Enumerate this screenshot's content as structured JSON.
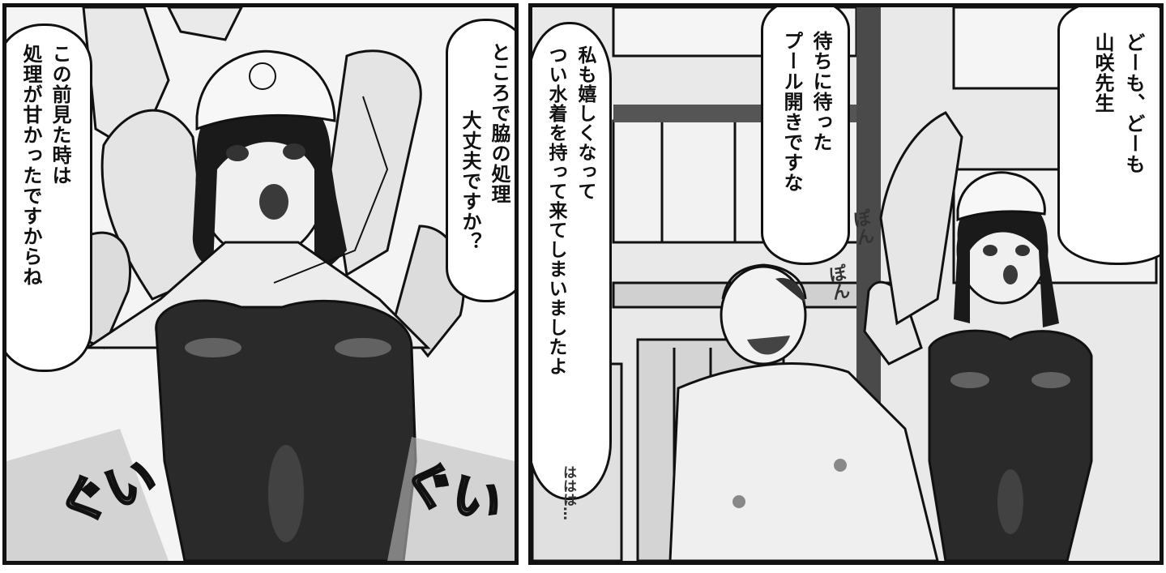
{
  "panels": {
    "left": {
      "bubble_right": {
        "lines": [
          "ところで脇の処理",
          "大丈夫ですか？"
        ]
      },
      "bubble_left": {
        "lines": [
          "この前見た時は",
          "処理が甘かったですからね"
        ]
      },
      "sfx_grip_left": "ぐい",
      "sfx_grip_right": "ぐい"
    },
    "right": {
      "bubble_top_right": {
        "lines": [
          "どーも、どーも",
          "山咲先生"
        ]
      },
      "bubble_middle": {
        "lines": [
          "待ちに待った",
          "プール開きですな"
        ]
      },
      "bubble_left": {
        "lines": [
          "私も嬉しくなって",
          "つい水着を持って来てしまいましたよ"
        ]
      },
      "sfx_pat_1": "ぽん",
      "sfx_pat_2": "ぽん",
      "sfx_laugh": "ははは…"
    }
  },
  "colors": {
    "ink": "#111111",
    "swimsuit": "#2a2a2a",
    "tone": "#bdbdbd"
  }
}
